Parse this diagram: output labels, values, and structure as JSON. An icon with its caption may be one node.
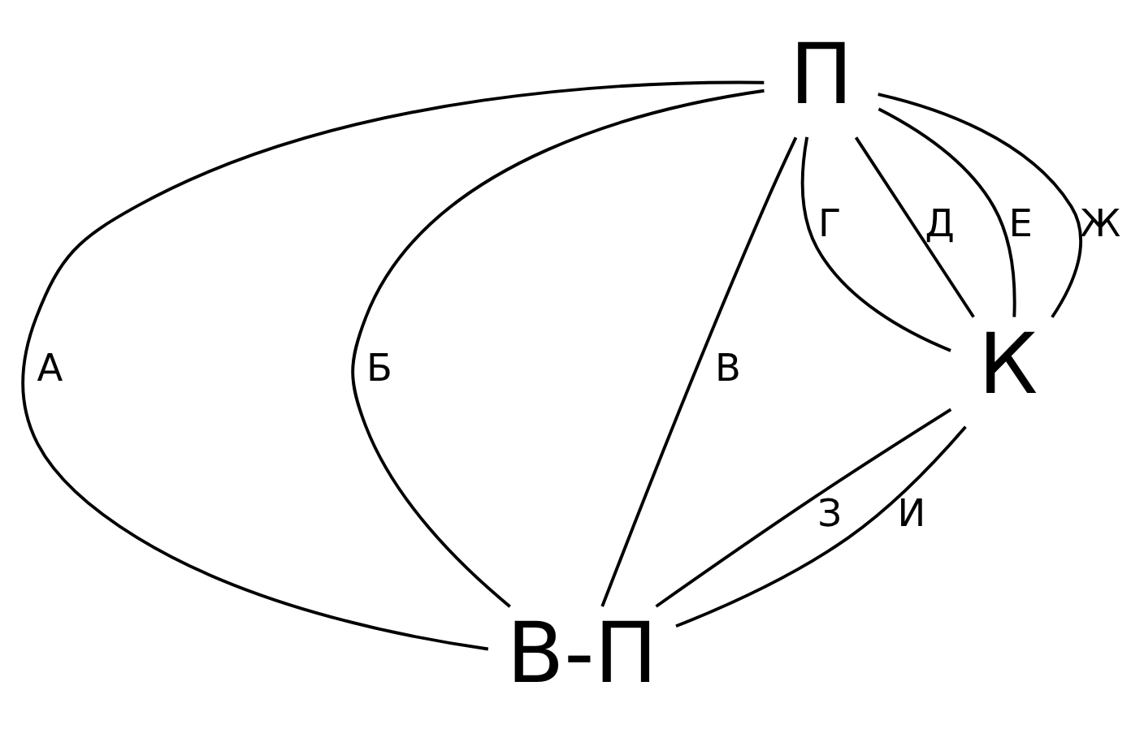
{
  "diagram": {
    "nodes": [
      {
        "text": [
          "П"
        ]
      },
      {
        "text": [
          "В-П"
        ]
      },
      {
        "text": [
          "К"
        ]
      }
    ],
    "edges": [
      {
        "from": 0,
        "to": 1,
        "arrow": "none",
        "label": "А"
      },
      {
        "from": 0,
        "to": 1,
        "arrow": "none",
        "label": "Б"
      },
      {
        "from": 0,
        "to": 1,
        "arrow": "none",
        "label": "В"
      },
      {
        "from": 0,
        "to": 2,
        "arrow": "none",
        "label": "Г"
      },
      {
        "from": 0,
        "to": 2,
        "arrow": "none",
        "label": "Д"
      },
      {
        "from": 0,
        "to": 2,
        "arrow": "none",
        "label": "Е"
      },
      {
        "from": 0,
        "to": 2,
        "arrow": "none",
        "label": "Ж"
      },
      {
        "from": 2,
        "to": 1,
        "arrow": "none",
        "label": "З"
      },
      {
        "from": 2,
        "to": 1,
        "arrow": "none",
        "label": "И"
      }
    ]
  }
}
